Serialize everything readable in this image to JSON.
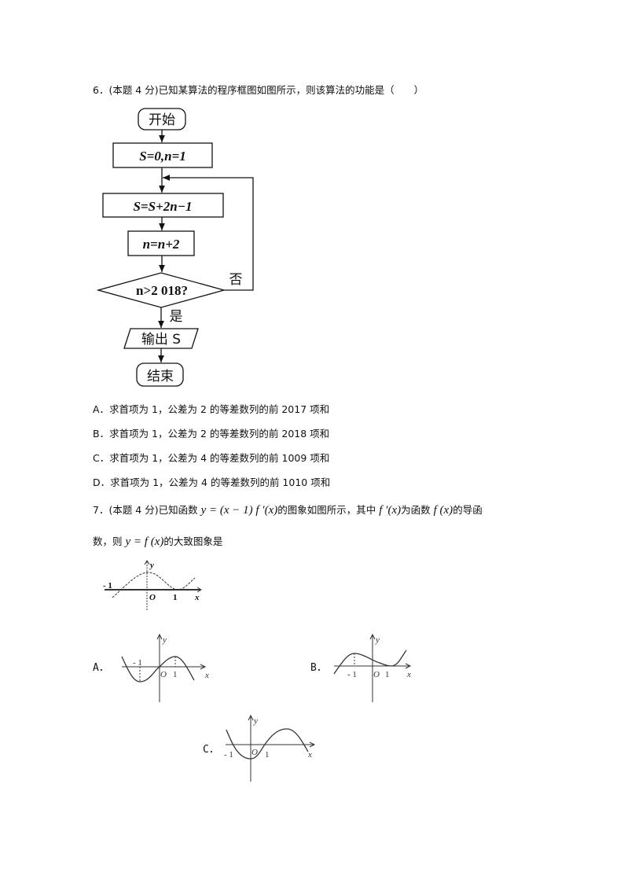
{
  "q6": {
    "stem": "6．(本题 4 分)已知某算法的程序框图如图所示，则该算法的功能是（　　）",
    "flowchart": {
      "start": "开始",
      "init": "S=0,n=1",
      "update_s": "S=S+2n−1",
      "update_n": "n=n+2",
      "condition": "n>2 018?",
      "no_label": "否",
      "yes_label": "是",
      "output": "输出 S",
      "end": "结束"
    },
    "options": [
      "A．求首项为 1，公差为 2 的等差数列的前 2017 项和",
      "B．求首项为 1，公差为 2 的等差数列的前 2018 项和",
      "C．求首项为 1，公差为 4 的等差数列的前 1009 项和",
      "D．求首项为 1，公差为 4 的等差数列的前 1010 项和"
    ]
  },
  "q7": {
    "stem_prefix": "7．(本题 4 分)已知函数",
    "expr1": "y = (x − 1) f ′(x)",
    "stem_mid": "的图象如图所示，其中",
    "expr2": "f ′(x)",
    "stem_mid2": "为函数",
    "expr3": "f (x)",
    "stem_end": "的导函",
    "line2_prefix": "数，则",
    "expr4": "y = f (x)",
    "line2_end": "的大致图象是",
    "given_graph": {
      "y": "y",
      "x": "x",
      "o": "O",
      "neg1": "- 1",
      "one": "1"
    },
    "options": [
      {
        "label": "A．",
        "y": "y",
        "x": "x",
        "o": "O",
        "neg1": "- 1",
        "one": "1"
      },
      {
        "label": "B．",
        "y": "y",
        "x": "x",
        "o": "O",
        "neg1": "- 1",
        "one": "1"
      },
      {
        "label": "C．",
        "y": "y",
        "x": "x",
        "o": "O",
        "neg1": "- 1",
        "one": "1"
      }
    ]
  }
}
